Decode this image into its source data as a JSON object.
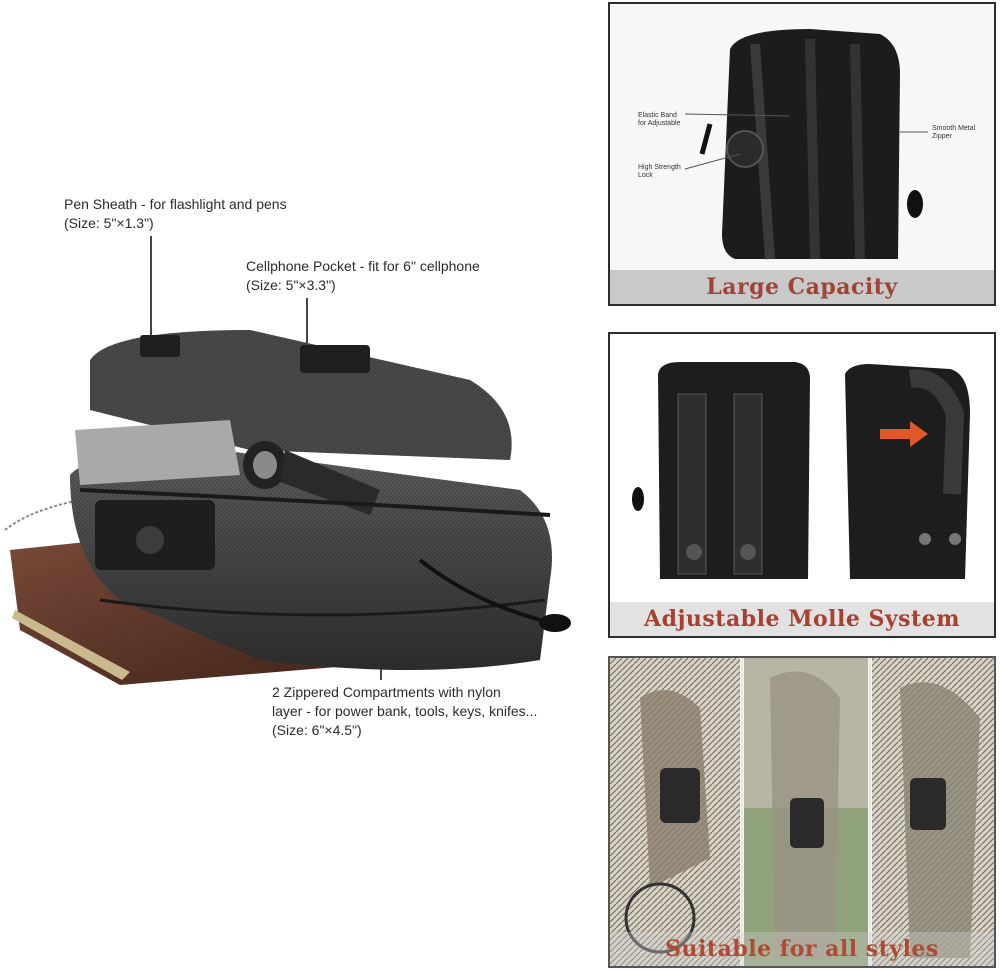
{
  "callouts": {
    "pen_sheath": {
      "title": "Pen Sheath - for flashlight and pens",
      "size": "(Size: 5\"×1.3\")"
    },
    "cellphone_pocket": {
      "title": "Cellphone Pocket - fit for 6\" cellphone",
      "size": "(Size: 5\"×3.3\")"
    },
    "compartments": {
      "line1": "2 Zippered Compartments with nylon",
      "line2": "layer - for power bank, tools, keys, knifes...",
      "size": "(Size: 6\"×4.5\")"
    }
  },
  "panels": {
    "capacity": {
      "caption": "Large Capacity",
      "labels": {
        "elastic_band_1": "Elastic Band",
        "elastic_band_2": "for Adjustable",
        "lock_1": "High Strength",
        "lock_2": "Lock",
        "zipper_1": "Smooth Metal",
        "zipper_2": "Zipper"
      }
    },
    "molle": {
      "caption": "Adjustable Molle System"
    },
    "styles": {
      "caption": "Suitable for all styles"
    }
  },
  "colors": {
    "caption_text": "#a8402f",
    "caption_band": "#c9c9c9",
    "panel_border": "#2d2d2d",
    "pouch": "#3a3a3a",
    "wallet": "#5a2f22"
  }
}
